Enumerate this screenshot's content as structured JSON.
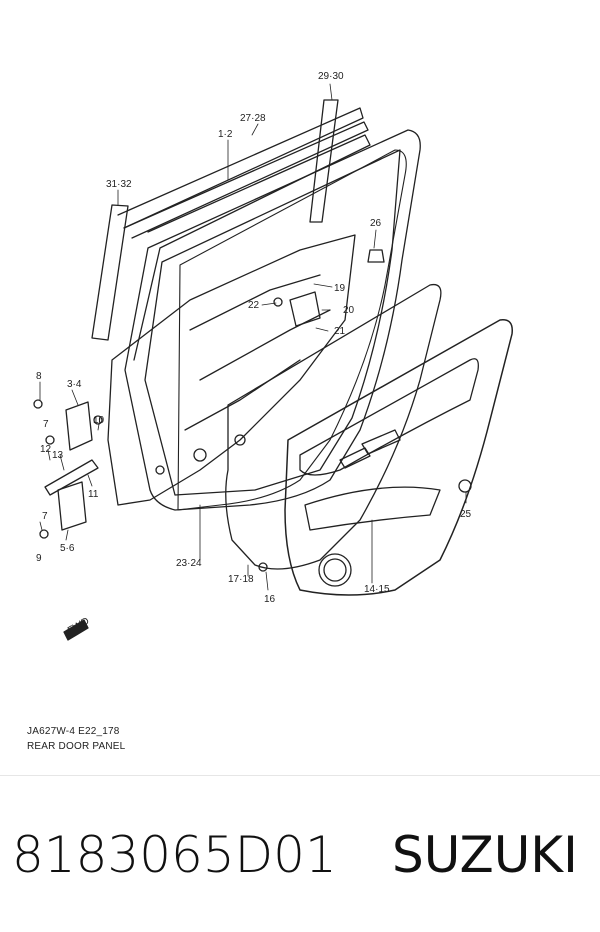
{
  "diagram": {
    "top_title": "FIG.178",
    "fig_code": "JA627W-4 E22_178",
    "panel_name": "REAR DOOR PANEL",
    "fwd_label": "FWD",
    "callouts": [
      "29·30",
      "27·28",
      "1·2",
      "31·32",
      "26",
      "19",
      "22",
      "20",
      "21",
      "8",
      "3·4",
      "7",
      "10",
      "12",
      "13",
      "11",
      "7",
      "9",
      "5·6",
      "23·24",
      "17·18",
      "16",
      "14·15",
      "25"
    ]
  },
  "product": {
    "part_number": "8183065D01",
    "brand": "SUZUKI"
  }
}
